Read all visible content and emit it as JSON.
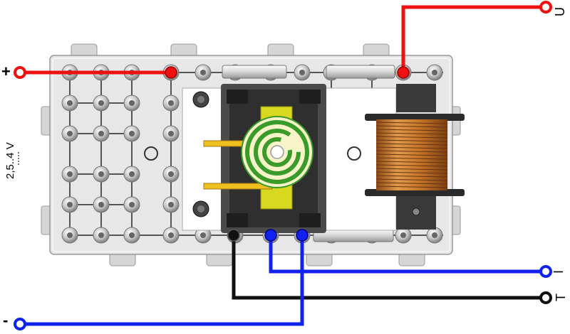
{
  "labels": {
    "plus": "+",
    "minus": "-",
    "voltage": "2,5..4 V",
    "u": "U",
    "i": "I",
    "t": "T"
  },
  "colors": {
    "board": "#e7e7e7",
    "board_edge": "#9a9a9a",
    "wire_red": "#ee1111",
    "wire_blue": "#1122ee",
    "wire_black": "#111111",
    "coil_copper": "#c8772a",
    "disc_green": "#3a9a2a",
    "disc_cream": "#f6f3c8",
    "slot_yellow": "#d8d820",
    "frame_dark": "#4a4a4a"
  },
  "icons": {
    "terminal": "terminal-icon",
    "thumb_screw": "thumb-screw-icon",
    "hotplate_disc": "heating-disc-icon",
    "coil": "coil-icon"
  }
}
